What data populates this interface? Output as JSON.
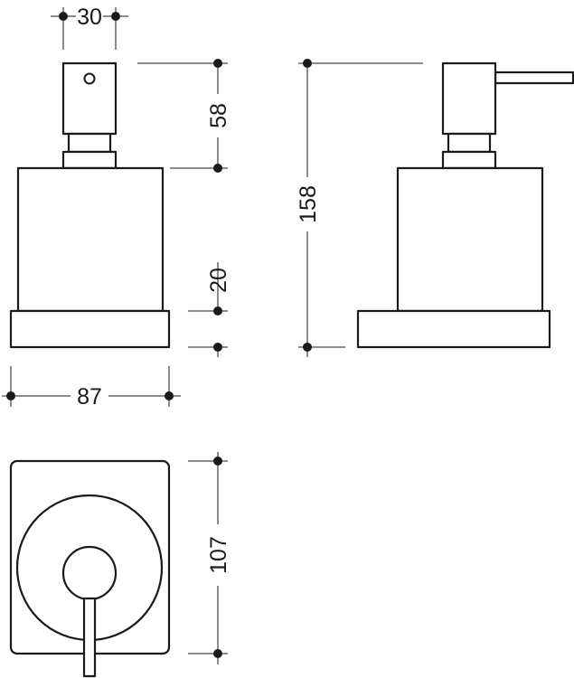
{
  "colors": {
    "line": "#1a1a1a",
    "background": "#ffffff"
  },
  "dimensions": {
    "pump_width": "30",
    "pump_height": "58",
    "overall_height": "158",
    "base_height": "20",
    "base_width": "87",
    "base_depth": "107"
  }
}
